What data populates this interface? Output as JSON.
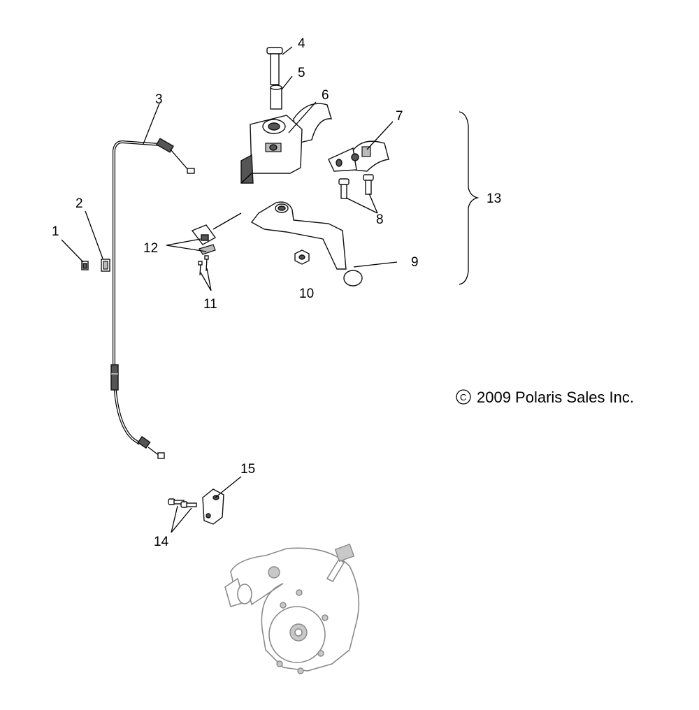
{
  "callouts": {
    "c1": "1",
    "c2": "2",
    "c3": "3",
    "c4": "4",
    "c5": "5",
    "c6": "6",
    "c7": "7",
    "c8": "8",
    "c9": "9",
    "c10": "10",
    "c11": "11",
    "c12": "12",
    "c13": "13",
    "c14": "14",
    "c15": "15"
  },
  "copyright": {
    "symbol": "©",
    "text": "2009 Polaris Sales Inc."
  },
  "colors": {
    "line": "#000000",
    "background": "#ffffff",
    "faded_reference": "#8a8a8a"
  }
}
